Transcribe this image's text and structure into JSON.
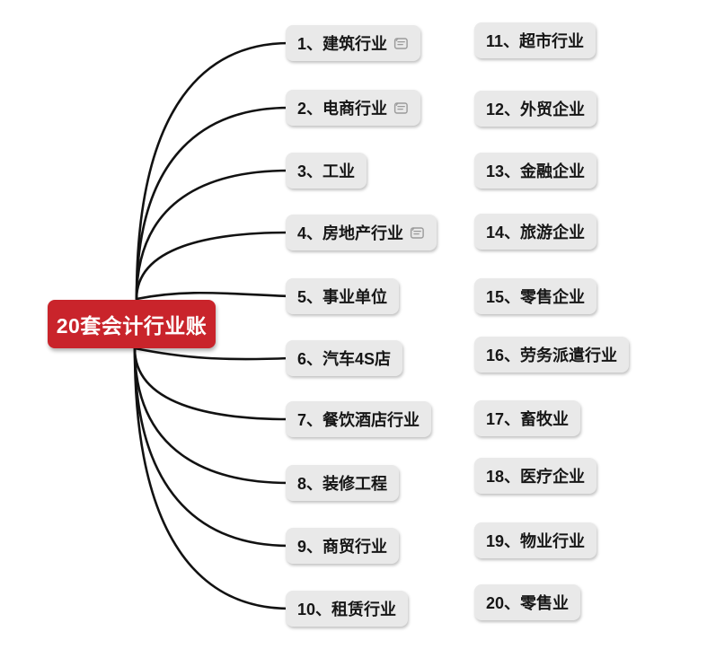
{
  "root": {
    "label": "20套会计行业账"
  },
  "colors": {
    "root_bg": "#c9242b",
    "root_text": "#ffffff",
    "topic_bg": "#e9e9e9",
    "topic_text": "#161616",
    "line": "#121212",
    "note_icon": "#9a9a9a",
    "canvas_bg": "#ffffff"
  },
  "left_topics": [
    {
      "label": "1、建筑行业",
      "note": true
    },
    {
      "label": "2、电商行业",
      "note": true
    },
    {
      "label": "3、工业",
      "note": false
    },
    {
      "label": "4、房地产行业",
      "note": true
    },
    {
      "label": "5、事业单位",
      "note": false
    },
    {
      "label": "6、汽车4S店",
      "note": false
    },
    {
      "label": "7、餐饮酒店行业",
      "note": false
    },
    {
      "label": "8、装修工程",
      "note": false
    },
    {
      "label": "9、商贸行业",
      "note": false
    },
    {
      "label": "10、租赁行业",
      "note": false
    }
  ],
  "right_topics": [
    {
      "label": "11、超市行业",
      "note": false
    },
    {
      "label": "12、外贸企业",
      "note": false
    },
    {
      "label": "13、金融企业",
      "note": false
    },
    {
      "label": "14、旅游企业",
      "note": false
    },
    {
      "label": "15、零售企业",
      "note": false
    },
    {
      "label": "16、劳务派遣行业",
      "note": false
    },
    {
      "label": "17、畜牧业",
      "note": false
    },
    {
      "label": "18、医疗企业",
      "note": false
    },
    {
      "label": "19、物业行业",
      "note": false
    },
    {
      "label": "20、零售业",
      "note": false
    }
  ]
}
